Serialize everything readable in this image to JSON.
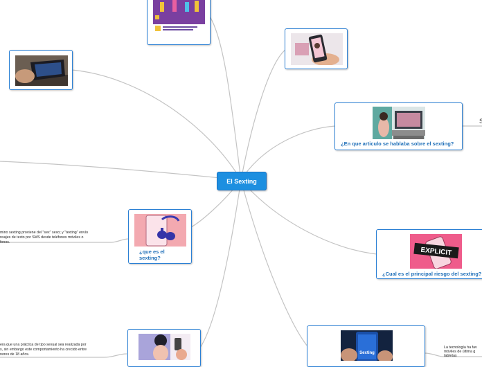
{
  "central": {
    "label": "El Sexting"
  },
  "topics": {
    "articulo": "¿En que articulo se hablaba sobre el sexting?",
    "riesgo": "¿Cual es el principal riesgo del sexting?",
    "que_es_line1": "¿que es el",
    "que_es_line2": "sexting?"
  },
  "notes": {
    "definicion": [
      "mino sexting proviene del \"sex\" sexo; y \"texting\" envío",
      "nsajes de texto por SMS desde teléfonos móviles o",
      "fonos."
    ],
    "practica": [
      "era que una práctica de tipo sexual sea realizada por",
      "s, sin embargo este comportamiento ha crecido entre",
      "nores de 18 años."
    ],
    "tecnologia": [
      "La tecnología ha fav",
      "móviles de última g",
      "tabletas"
    ],
    "edge_letter": "S"
  },
  "images": {
    "explicit_label": "EXPLICIT",
    "phone_label": "Sexting"
  },
  "colors": {
    "central_fill": "#1d8fe0",
    "border": "#2a7fd4",
    "topic_text": "#1f6fb8",
    "connector": "#c4c4c4"
  }
}
